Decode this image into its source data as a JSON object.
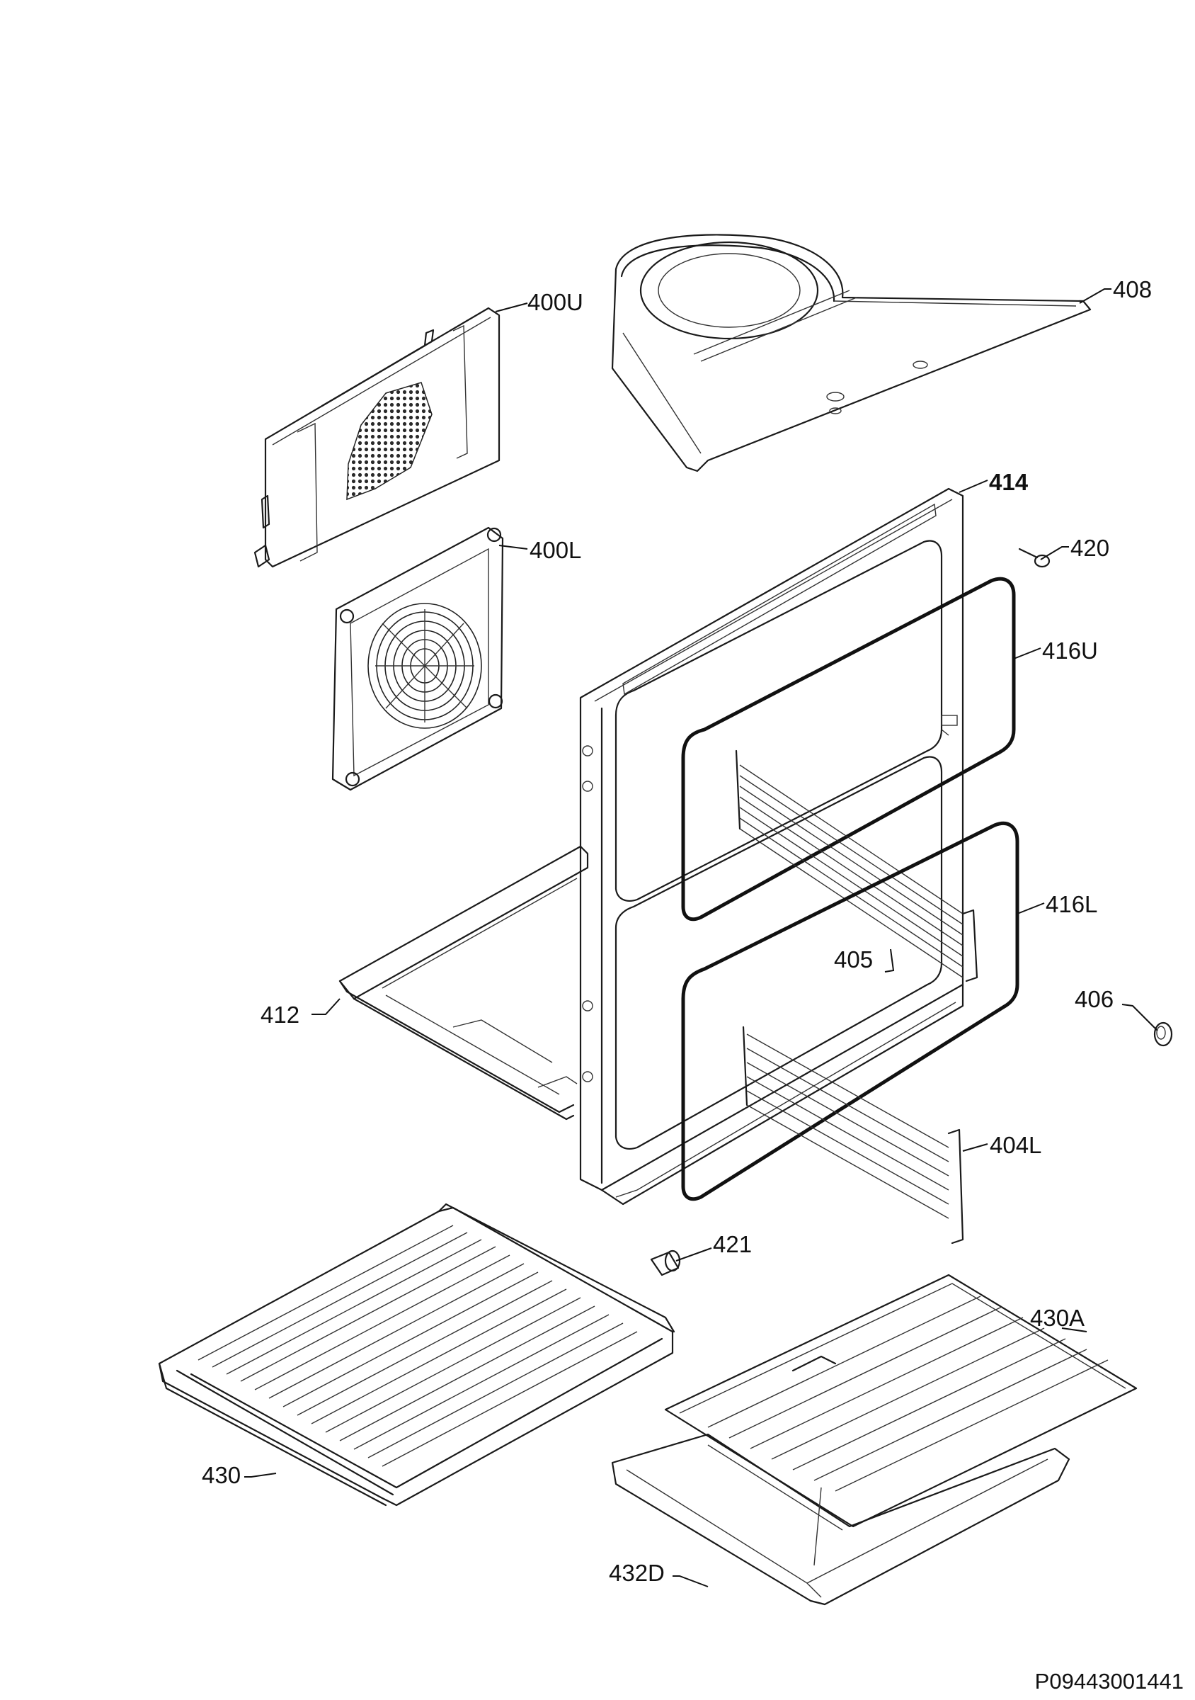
{
  "diagram": {
    "document_number": "P09443001441",
    "callouts": {
      "c400U": "400U",
      "c408": "408",
      "c414": "414",
      "c420": "420",
      "c400L": "400L",
      "c416U": "416U",
      "c416L": "416L",
      "c405": "405",
      "c406": "406",
      "c412": "412",
      "c404L": "404L",
      "c421": "421",
      "c430A": "430A",
      "c430": "430",
      "c432D": "432D"
    }
  }
}
